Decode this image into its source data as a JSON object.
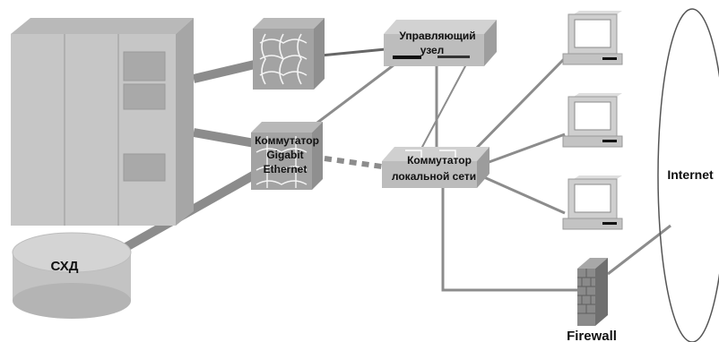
{
  "nodes": {
    "server": {
      "icon": "server-rack-icon"
    },
    "storage": {
      "label": "СХД",
      "icon": "disk-storage-icon"
    },
    "fc_switch": {
      "icon": "fabric-switch-icon"
    },
    "gigabit_switch": {
      "label_lines": [
        "Коммутатор",
        "Gigabit",
        "Ethernet"
      ],
      "icon": "network-switch-icon"
    },
    "control_node": {
      "label_lines": [
        "Управляющий",
        "узел"
      ],
      "icon": "management-node-icon"
    },
    "lan_switch": {
      "label_lines": [
        "Коммутатор",
        "локальной сети"
      ],
      "icon": "network-switch-icon"
    },
    "workstations": [
      {
        "icon": "computer-icon"
      },
      {
        "icon": "computer-icon"
      },
      {
        "icon": "computer-icon"
      }
    ],
    "firewall": {
      "label": "Firewall",
      "icon": "firewall-icon"
    },
    "internet": {
      "label": "Internet",
      "icon": "cloud-ellipse-icon"
    }
  },
  "colors": {
    "link": "#8c8c8c",
    "device": "#c9c9c9",
    "device_dark": "#9a9a9a",
    "firewall": "#8a8a8a"
  }
}
